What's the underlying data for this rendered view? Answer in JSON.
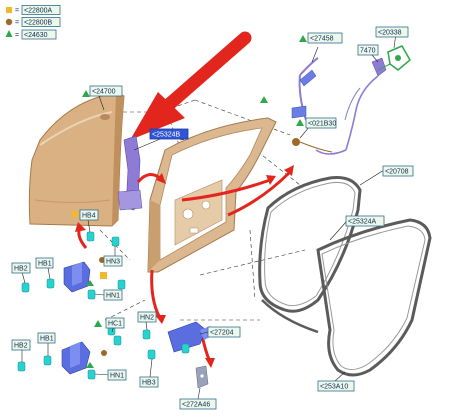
{
  "legend": [
    {
      "symbol": "square",
      "color": "#f2b92a",
      "eq": "=",
      "code": "<22800A"
    },
    {
      "symbol": "circle",
      "color": "#9b6a2a",
      "eq": "=",
      "code": "<22800B"
    },
    {
      "symbol": "triangle",
      "color": "#2fa84a",
      "eq": "=",
      "code": "<24630"
    }
  ],
  "labels": {
    "door_shell": "<24700",
    "door_trim_bracket": "<25324B",
    "latch_module": "<27458",
    "child_lock": "<20338",
    "lock_rod": "7470",
    "wiring": "<021B30",
    "weatherstrip_outer": "<20708",
    "weatherstrip_inner": "<25324A",
    "weatherstrip_lower": "<253A10",
    "upper_hinge": "HB4",
    "hinge_upper_b2": "HB2",
    "hinge_upper_b1": "HB1",
    "hinge_upper_n3": "HN3",
    "hinge_upper_n1": "HN1",
    "lower_hinge_c1": "HC1",
    "hinge_lower_b2": "HB2",
    "hinge_lower_b1": "HB1",
    "hinge_lower_n1": "HN1",
    "check_strap": "<27204",
    "check_n2": "HN2",
    "check_b3": "HB3",
    "check_bracket": "<272A46"
  },
  "colors": {
    "door_skin": "#d9b182",
    "door_edge": "#b58a55",
    "frame": "#d8b48e",
    "part_blue": "#5a6ee0",
    "part_violet": "#8e7bd6",
    "clip_cyan": "#28d2cf",
    "seal_grey": "#555555",
    "arrow_red": "#e3261d",
    "label_fill": "#eef8ea",
    "label_stroke": "#2f6f8f",
    "selected_label": "#2f55d4"
  }
}
